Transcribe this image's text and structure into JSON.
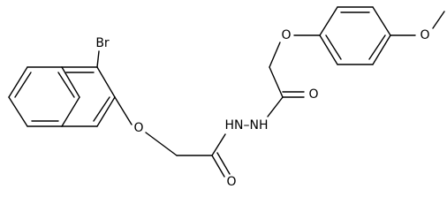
{
  "atom_labels": {
    "bromine": "Br",
    "ether_oxygen_naphthyl": "O",
    "carbonyl_oxygen_1": "O",
    "hydrazide_nitrogens": "HN–NH",
    "carbonyl_oxygen_2": "O",
    "ether_oxygen_phenyl": "O",
    "methoxy_oxygen": "O"
  }
}
